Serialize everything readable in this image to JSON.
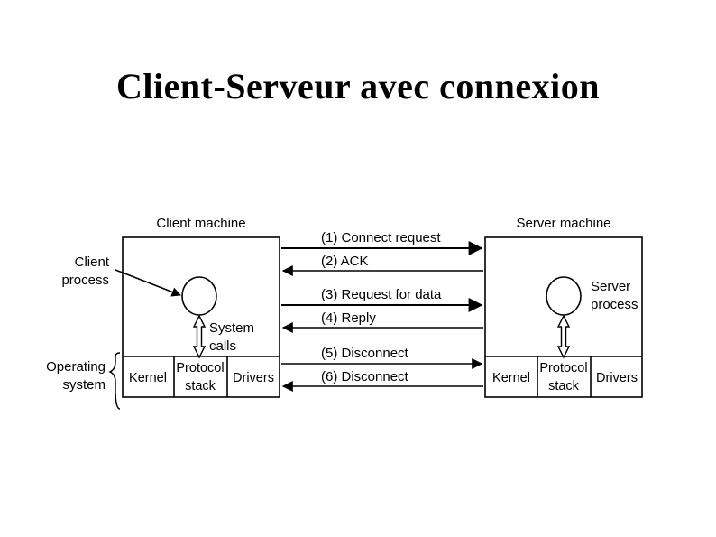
{
  "slide": {
    "title": "Client-Serveur avec connexion",
    "background_color": "#ffffff",
    "ink_color": "#000000"
  },
  "diagram": {
    "type": "sequence-architecture",
    "client": {
      "machine_label": "Client machine",
      "process_label_line1": "Client",
      "process_label_line2": "process",
      "process_shape": "oval",
      "system_calls_line1": "System",
      "system_calls_line2": "calls",
      "os_label_line1": "Operating",
      "os_label_line2": "system",
      "os_layers": [
        {
          "label": "Kernel"
        },
        {
          "label_line1": "Protocol",
          "label_line2": "stack"
        },
        {
          "label": "Drivers"
        }
      ]
    },
    "server": {
      "machine_label": "Server machine",
      "process_label_line1": "Server",
      "process_label_line2": "process",
      "process_shape": "oval",
      "os_layers": [
        {
          "label": "Kernel"
        },
        {
          "label_line1": "Protocol",
          "label_line2": "stack"
        },
        {
          "label": "Drivers"
        }
      ]
    },
    "messages": [
      {
        "label": "(1) Connect request",
        "direction": "client-to-server"
      },
      {
        "label": "(2) ACK",
        "direction": "server-to-client"
      },
      {
        "label": "(3) Request for data",
        "direction": "client-to-server"
      },
      {
        "label": "(4) Reply",
        "direction": "server-to-client"
      },
      {
        "label": "(5) Disconnect",
        "direction": "client-to-server"
      },
      {
        "label": "(6) Disconnect",
        "direction": "server-to-client"
      }
    ]
  }
}
